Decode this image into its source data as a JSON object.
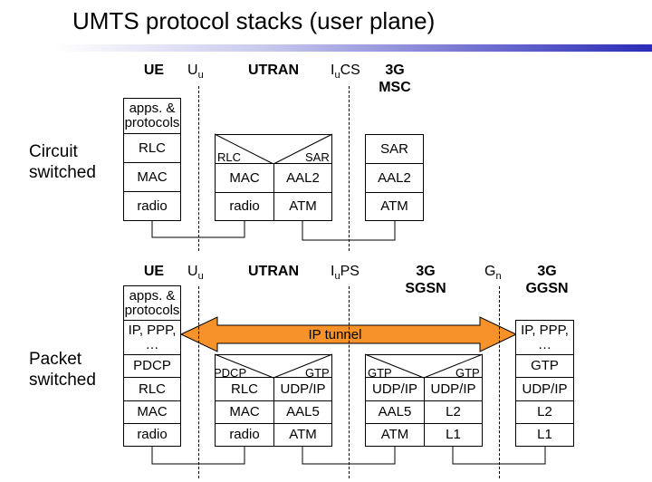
{
  "title": "UMTS protocol stacks (user plane)",
  "circuit": {
    "label_line1": "Circuit",
    "label_line2": "switched",
    "col_ue": "UE",
    "col_utran": "UTRAN",
    "col_msc_1": "3G",
    "col_msc_2": "MSC",
    "if_u": "U",
    "if_u_sub": "u",
    "if_iu": "I",
    "if_iu_sub": "u",
    "if_iu_rest": "CS",
    "ue_stack": [
      "apps. &\nprotocols",
      "RLC",
      "MAC",
      "radio"
    ],
    "utran_top_left": "RLC",
    "utran_top_right": "SAR",
    "utran_left": [
      "MAC",
      "radio"
    ],
    "utran_right": [
      "AAL2",
      "ATM"
    ],
    "msc_stack": [
      "SAR",
      "AAL2",
      "ATM"
    ]
  },
  "packet": {
    "label_line1": "Packet",
    "label_line2": "switched",
    "col_ue": "UE",
    "col_utran": "UTRAN",
    "col_sgsn_1": "3G",
    "col_sgsn_2": "SGSN",
    "col_ggsn_1": "3G",
    "col_ggsn_2": "GGSN",
    "if_u": "U",
    "if_u_sub": "u",
    "if_iu": "I",
    "if_iu_sub": "u",
    "if_iu_rest": "PS",
    "if_gn": "G",
    "if_gn_sub": "n",
    "tunnel": "IP tunnel",
    "ue_stack": [
      "apps. &\nprotocols",
      "IP, PPP,\n…",
      "PDCP",
      "RLC",
      "MAC",
      "radio"
    ],
    "utran_top_left": "PDCP",
    "utran_top_right": "GTP",
    "utran_left": [
      "RLC",
      "MAC",
      "radio"
    ],
    "utran_right": [
      "UDP/IP",
      "AAL5",
      "ATM"
    ],
    "sgsn_top_left": "GTP",
    "sgsn_top_right": "GTP",
    "sgsn_left": [
      "UDP/IP",
      "AAL5",
      "ATM"
    ],
    "sgsn_right": [
      "UDP/IP",
      "L2",
      "L1"
    ],
    "ggsn_stack": [
      "IP, PPP,\n…",
      "GTP",
      "UDP/IP",
      "L2",
      "L1"
    ]
  },
  "colors": {
    "tunnel_fill": "#f7922b",
    "tunnel_stroke": "#000000",
    "rule_end": "#2b2bb8"
  }
}
